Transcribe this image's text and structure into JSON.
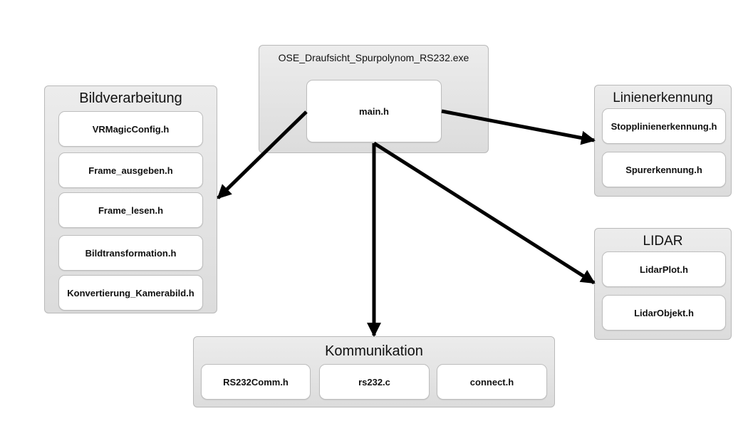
{
  "exe": {
    "title": "OSE_Draufsicht_Spurpolynom_RS232.exe",
    "main": "main.h"
  },
  "bildverarbeitung": {
    "title": "Bildverarbeitung",
    "items": [
      "VRMagicConfig.h",
      "Frame_ausgeben.h",
      "Frame_lesen.h",
      "Bildtransformation.h",
      "Konvertierung_Kamerabild.h"
    ]
  },
  "linienerkennung": {
    "title": "Linienerkennung",
    "items": [
      "Stopplinienerkennung.h",
      "Spurerkennung.h"
    ]
  },
  "lidar": {
    "title": "LIDAR",
    "items": [
      "LidarPlot.h",
      "LidarObjekt.h"
    ]
  },
  "kommunikation": {
    "title": "Kommunikation",
    "items": [
      "RS232Comm.h",
      "rs232.c",
      "connect.h"
    ]
  }
}
